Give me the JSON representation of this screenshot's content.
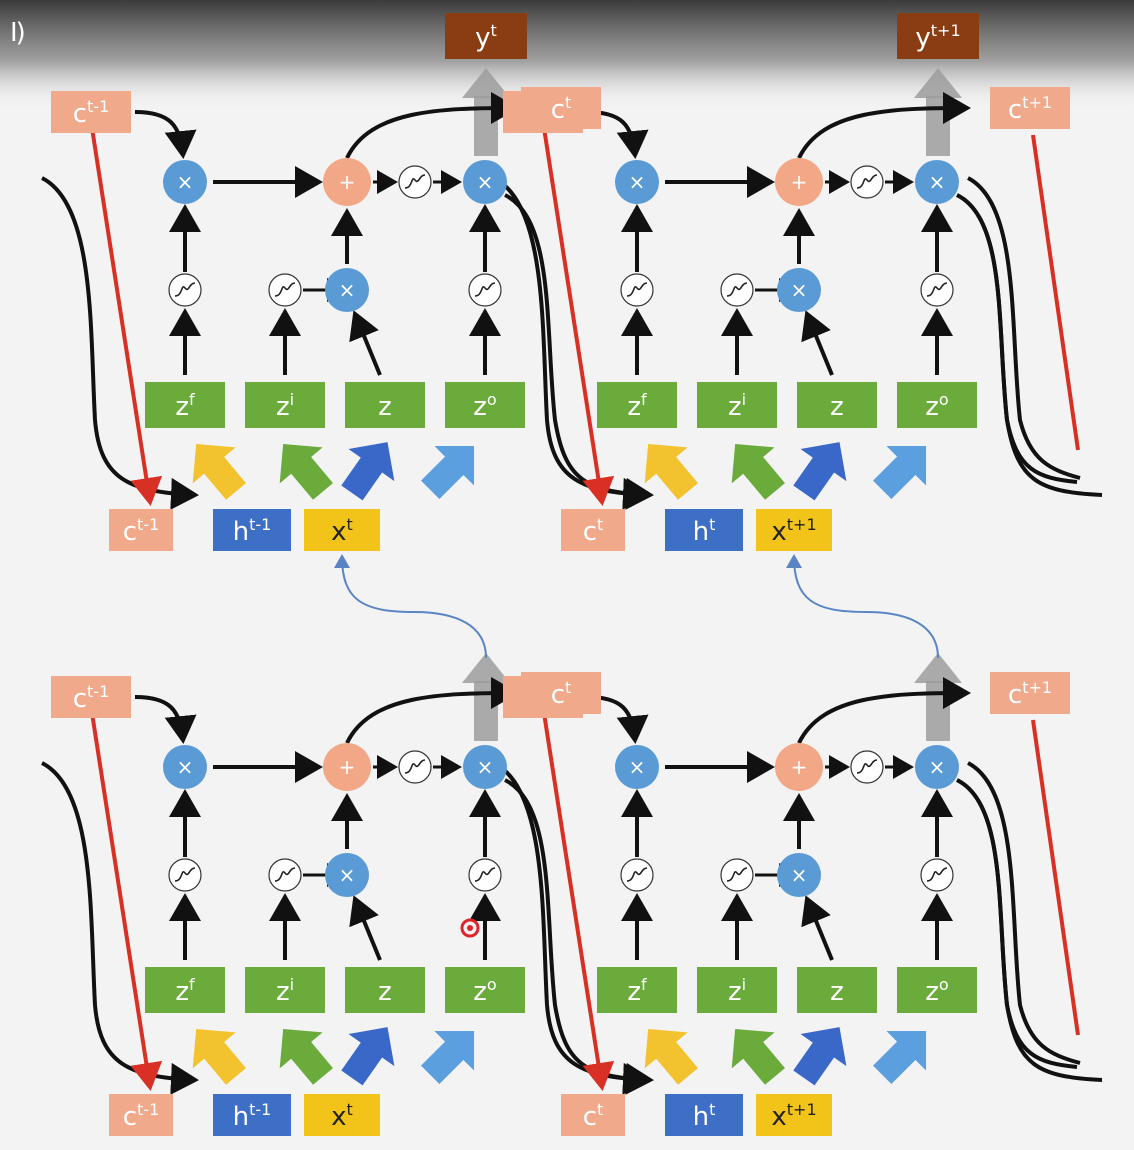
{
  "player": {
    "pause_label": "I)"
  },
  "colors": {
    "cell_box": "#f0a98a",
    "h_box": "#3d6fc6",
    "x_box": "#f2c318",
    "y_box": "#8a3d12",
    "z_box": "#6aab3c",
    "mult": "#5b9bd5",
    "add": "#f2a887",
    "sigma": "#ffffff",
    "arrow": "#111111",
    "cell_path": "#d93025",
    "feed": "#5a84c4",
    "out_arrow": "#9c9c9c",
    "in_yellow": "#f2c32f",
    "in_green": "#6aab3c",
    "in_blue": "#3a68c8",
    "in_lightblue": "#5b9fde"
  },
  "diagram": {
    "rows": [
      {
        "cells": [
          {
            "c_prev": {
              "base": "c",
              "sup": "t-1"
            },
            "c_next": {
              "base": "c",
              "sup": "t"
            },
            "y": {
              "base": "y",
              "sup": "t"
            },
            "gates": [
              {
                "base": "z",
                "sup": "f"
              },
              {
                "base": "z",
                "sup": "i"
              },
              {
                "base": "z",
                "sup": ""
              },
              {
                "base": "z",
                "sup": "o"
              }
            ],
            "inputs": [
              {
                "base": "c",
                "sup": "t-1"
              },
              {
                "base": "h",
                "sup": "t-1"
              },
              {
                "base": "x",
                "sup": "t"
              }
            ],
            "mult_symbol": "×",
            "add_symbol": "+"
          },
          {
            "c_prev": {
              "base": "c",
              "sup": "t"
            },
            "c_next": {
              "base": "c",
              "sup": "t+1"
            },
            "y": {
              "base": "y",
              "sup": "t+1"
            },
            "gates": [
              {
                "base": "z",
                "sup": "f"
              },
              {
                "base": "z",
                "sup": "i"
              },
              {
                "base": "z",
                "sup": ""
              },
              {
                "base": "z",
                "sup": "o"
              }
            ],
            "inputs": [
              {
                "base": "c",
                "sup": "t"
              },
              {
                "base": "h",
                "sup": "t"
              },
              {
                "base": "x",
                "sup": "t+1"
              }
            ],
            "mult_symbol": "×",
            "add_symbol": "+"
          }
        ]
      },
      {
        "cells": [
          {
            "c_prev": {
              "base": "c",
              "sup": "t-1"
            },
            "c_next": {
              "base": "c",
              "sup": "t"
            },
            "gates": [
              {
                "base": "z",
                "sup": "f"
              },
              {
                "base": "z",
                "sup": "i"
              },
              {
                "base": "z",
                "sup": ""
              },
              {
                "base": "z",
                "sup": "o"
              }
            ],
            "inputs": [
              {
                "base": "c",
                "sup": "t-1"
              },
              {
                "base": "h",
                "sup": "t-1"
              },
              {
                "base": "x",
                "sup": "t"
              }
            ],
            "mult_symbol": "×",
            "add_symbol": "+"
          },
          {
            "c_prev": {
              "base": "c",
              "sup": "t"
            },
            "c_next": {
              "base": "c",
              "sup": "t+1"
            },
            "gates": [
              {
                "base": "z",
                "sup": "f"
              },
              {
                "base": "z",
                "sup": "i"
              },
              {
                "base": "z",
                "sup": ""
              },
              {
                "base": "z",
                "sup": "o"
              }
            ],
            "inputs": [
              {
                "base": "c",
                "sup": "t"
              },
              {
                "base": "h",
                "sup": "t"
              },
              {
                "base": "x",
                "sup": "t+1"
              }
            ],
            "mult_symbol": "×",
            "add_symbol": "+"
          }
        ]
      }
    ]
  }
}
